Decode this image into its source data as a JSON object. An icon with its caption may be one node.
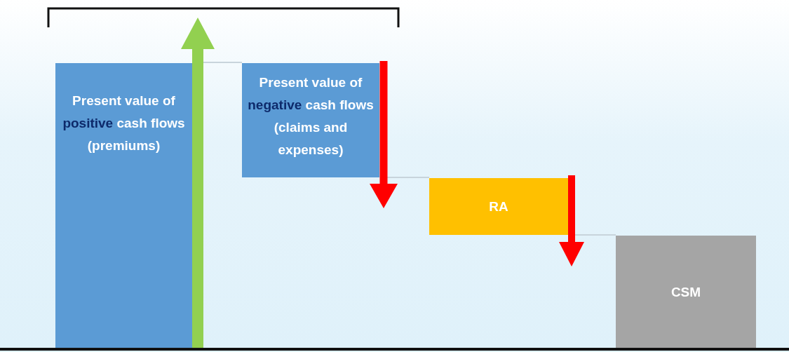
{
  "diagram": {
    "nodes": [
      {
        "text": [
          "Present value of **positive** cash flows (premiums)"
        ]
      },
      {
        "text": [
          "Present value of **negative** cash flows (claims and expenses)"
        ]
      },
      {
        "text": [
          "RA"
        ]
      },
      {
        "text": [
          "CSM"
        ]
      }
    ],
    "edges": [
      {
        "from": 0,
        "to": 1,
        "arrow": "none"
      },
      {
        "from": 1,
        "to": 2,
        "arrow": "none"
      },
      {
        "from": 2,
        "to": 3,
        "arrow": "none"
      }
    ]
  }
}
